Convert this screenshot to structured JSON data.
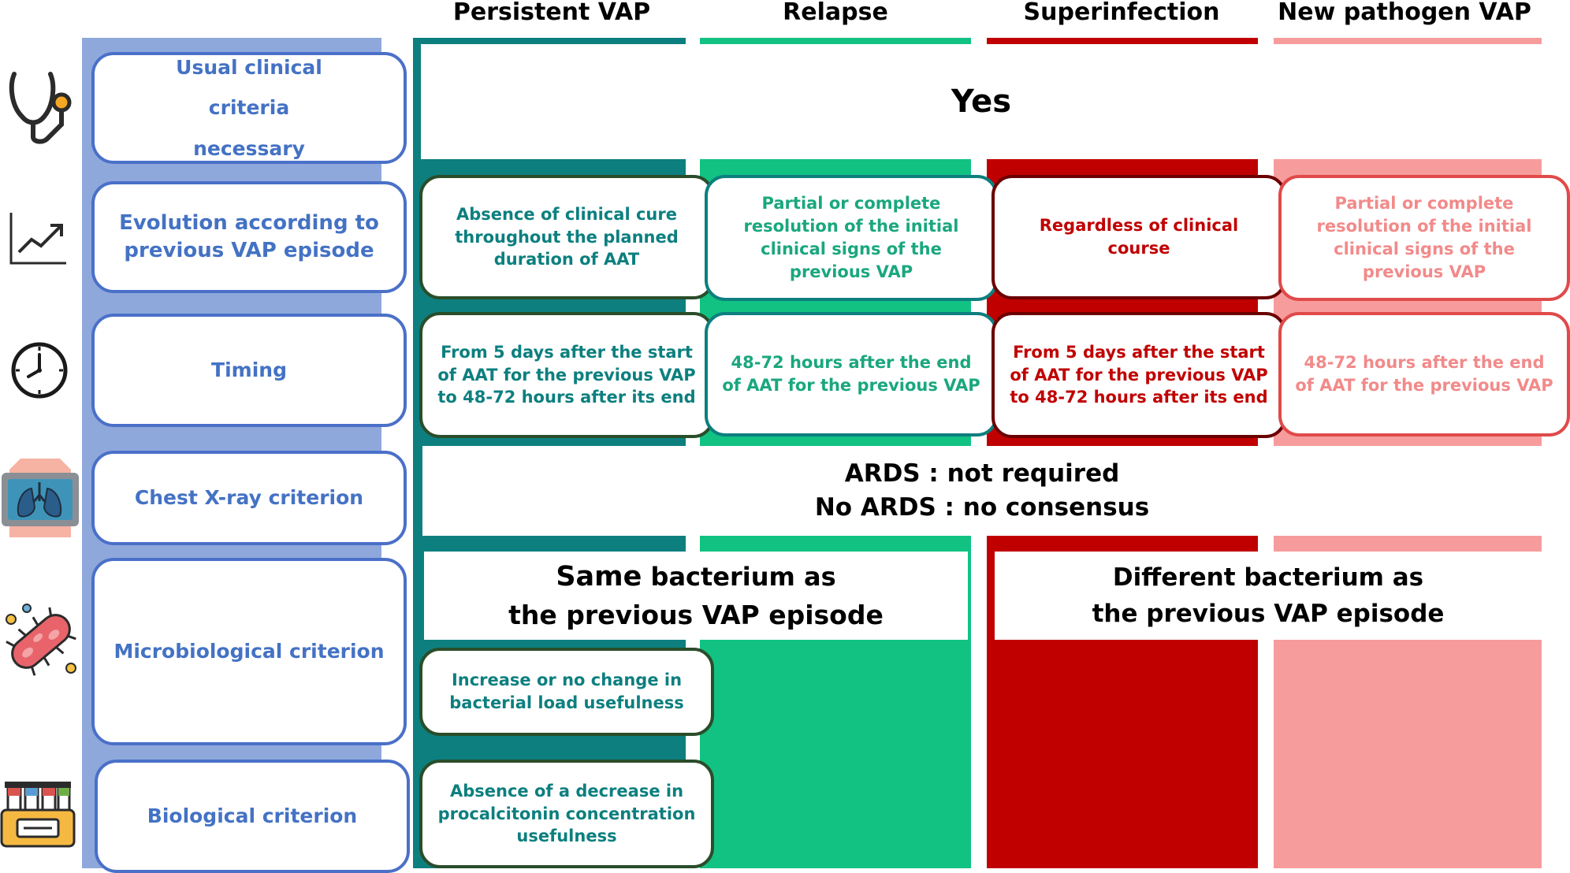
{
  "columns": [
    {
      "key": "persistent",
      "title": "Persistent VAP",
      "color": "#0d7f7f",
      "text_color": "#0d7f7f"
    },
    {
      "key": "relapse",
      "title": "Relapse",
      "color": "#11c283",
      "text_color": "#1aa77e"
    },
    {
      "key": "superinfection",
      "title": "Superinfection",
      "color": "#c00000",
      "text_color": "#c00000"
    },
    {
      "key": "newpathogen",
      "title": "New pathogen VAP",
      "color": "#f79c9c",
      "text_color": "#f28a8a"
    }
  ],
  "criteria": {
    "clinical": "Usual clinical criteria necessary",
    "evolution": "Evolution according to previous VAP episode",
    "timing": "Timing",
    "chest": "Chest X-ray criterion",
    "micro": "Microbiological criterion",
    "bio": "Biological criterion"
  },
  "clinical_all": "Yes",
  "evolution": {
    "persistent": "Absence of clinical cure throughout the planned duration of AAT",
    "relapse": "Partial or complete resolution of the initial clinical signs of the previous VAP",
    "superinfection": "Regardless of clinical course",
    "newpathogen": "Partial or complete resolution of the initial clinical signs of the previous VAP"
  },
  "timing": {
    "persistent": "From 5 days after the start of AAT for the previous VAP to 48-72 hours after its end",
    "relapse": "48-72 hours after the end of AAT for the previous VAP",
    "superinfection": "From 5 days after the start of AAT for the previous VAP to 48-72 hours after its end",
    "newpathogen": "48-72 hours after the end of AAT for the previous VAP"
  },
  "chest": {
    "line1": "ARDS : not required",
    "line2": "No ARDS : no consensus"
  },
  "micro": {
    "same_bold": "Same",
    "same_rest1": " bacterium as",
    "same_line2": "the previous VAP episode",
    "different_line1": "Different bacterium as",
    "different_line2": "the previous VAP episode",
    "persistent_extra": "Increase or no change in bacterial load usefulness"
  },
  "bio": {
    "persistent": "Absence of a decrease in procalcitonin concentration usefulness"
  },
  "icons": [
    "stethoscope-icon",
    "trend-chart-icon",
    "clock-icon",
    "chest-xray-icon",
    "bacterium-icon",
    "test-tubes-icon"
  ]
}
